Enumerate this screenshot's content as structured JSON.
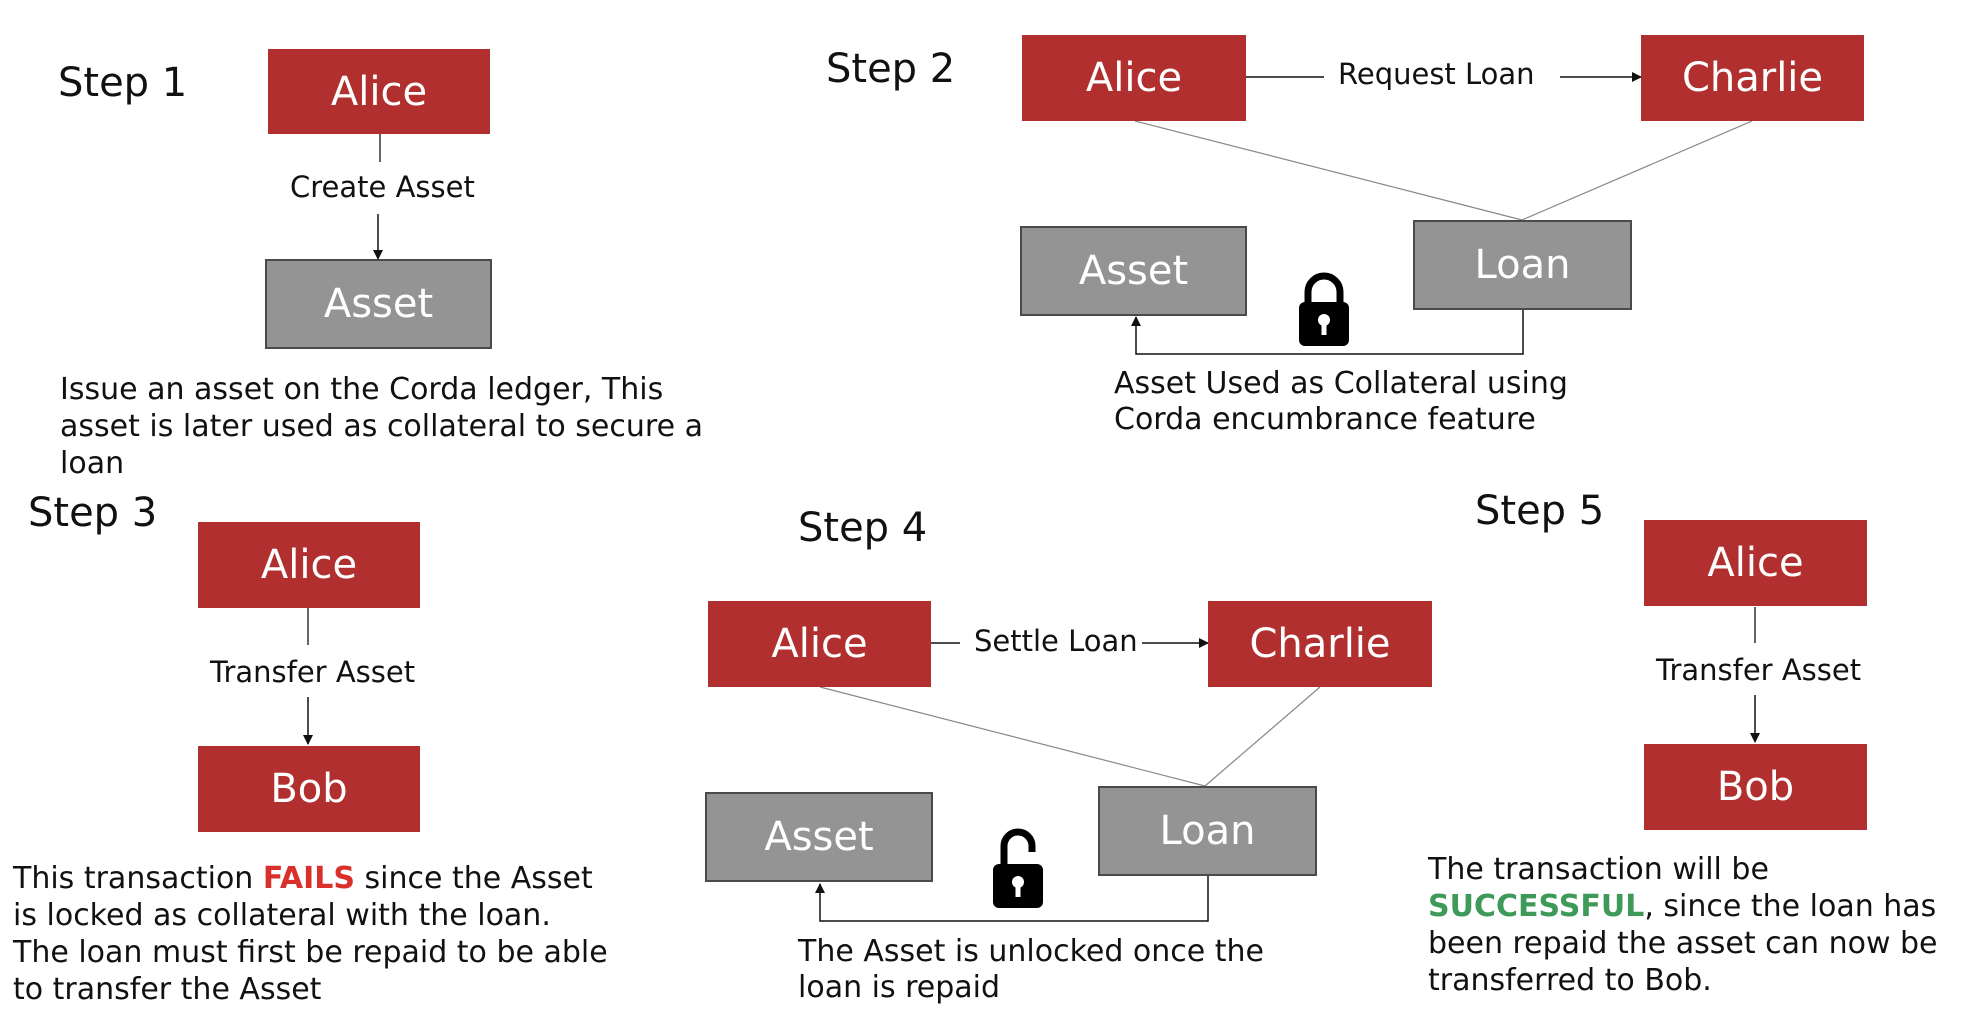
{
  "colors": {
    "actor_fill": "#b22f2f",
    "state_fill": "#949494",
    "fail_text": "#d9302b",
    "success_text": "#3f9a5a"
  },
  "step1": {
    "title": "Step 1",
    "alice": "Alice",
    "edge_label": "Create Asset",
    "asset": "Asset",
    "description": "Issue an asset on the Corda ledger, This asset is later used as collateral to secure a loan"
  },
  "step2": {
    "title": "Step 2",
    "alice": "Alice",
    "edge_label": "Request Loan",
    "charlie": "Charlie",
    "asset": "Asset",
    "loan": "Loan",
    "lock_icon": "lock-closed",
    "description_line1": "Asset Used as Collateral using",
    "description_line2": "Corda encumbrance feature"
  },
  "step3": {
    "title": "Step 3",
    "alice": "Alice",
    "edge_label": "Transfer Asset",
    "bob": "Bob",
    "desc_before": "This transaction ",
    "desc_emphasis": "FAILS",
    "desc_after": " since the Asset is locked as collateral with the loan. The loan must first be repaid to be able to transfer the Asset"
  },
  "step4": {
    "title": "Step 4",
    "alice": "Alice",
    "edge_label": "Settle Loan",
    "charlie": "Charlie",
    "asset": "Asset",
    "loan": "Loan",
    "lock_icon": "lock-open",
    "description_line1": "The Asset is unlocked once the",
    "description_line2": "loan is repaid"
  },
  "step5": {
    "title": "Step 5",
    "alice": "Alice",
    "edge_label": "Transfer Asset",
    "bob": "Bob",
    "desc_before": "The transaction will be ",
    "desc_emphasis": "SUCCESSFUL",
    "desc_after": ", since the loan has been repaid the asset can now be transferred to Bob."
  }
}
